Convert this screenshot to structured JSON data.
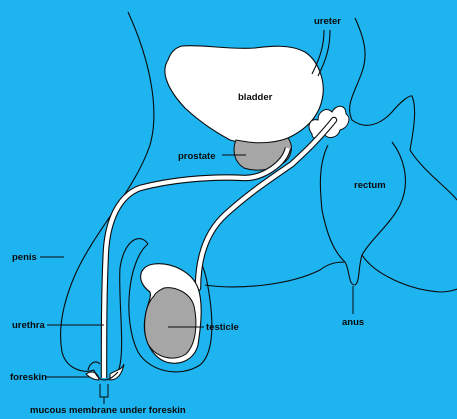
{
  "labels": {
    "ureter": "ureter",
    "bladder": "bladder",
    "prostate": "prostate",
    "rectum": "rectum",
    "penis": "penis",
    "urethra": "urethra",
    "testicle": "testicle",
    "anus": "anus",
    "foreskin": "foreskin",
    "mucous_membrane": "mucous membrane under foreskin"
  },
  "colors": {
    "background": "#1eb4f0",
    "organ_fill": "#ffffff",
    "gland_fill": "#a6a6a6",
    "line": "#0a0a0a"
  }
}
